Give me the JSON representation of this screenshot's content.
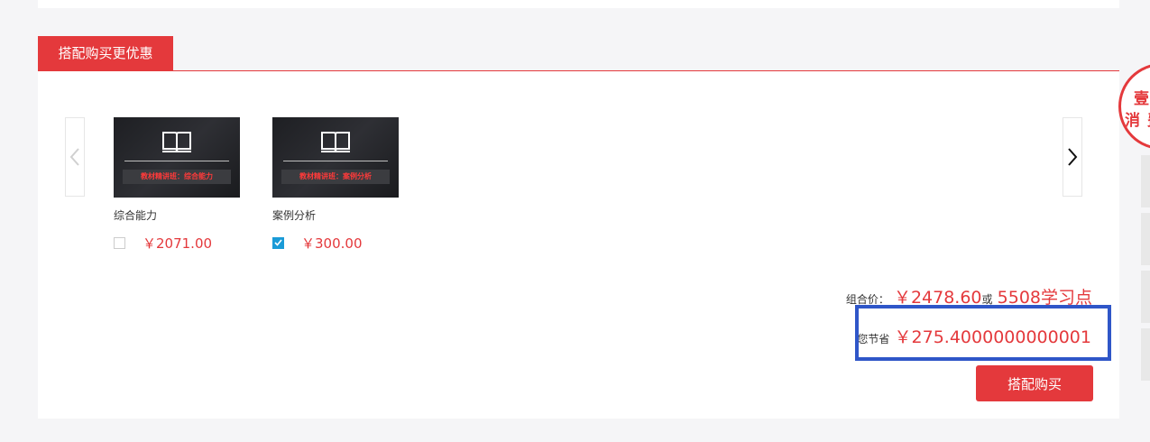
{
  "section": {
    "tab_label": "搭配购买更优惠"
  },
  "products": [
    {
      "banner_text": "教材精讲班：综合能力",
      "name": "综合能力",
      "price": "￥2071.00",
      "checked": false
    },
    {
      "banner_text": "教材精讲班：案例分析",
      "name": "案例分析",
      "price": "￥300.00",
      "checked": true
    }
  ],
  "summary": {
    "combo_label": "组合价：",
    "combo_price": "￥2478.60",
    "or_label": "或",
    "points": "5508学习点",
    "save_label": "为您节省",
    "save_amount": "￥275.4000000000001",
    "buy_label": "搭配购买"
  },
  "side_badge": {
    "line1": "壹",
    "line2": "消费"
  },
  "colors": {
    "accent": "#e4393c",
    "checkbox": "#1a9bd7",
    "highlight": "#2f56c8"
  },
  "icons": {
    "prev": "chevron-left-icon",
    "next": "chevron-right-icon",
    "book": "book-icon",
    "check": "check-icon"
  }
}
